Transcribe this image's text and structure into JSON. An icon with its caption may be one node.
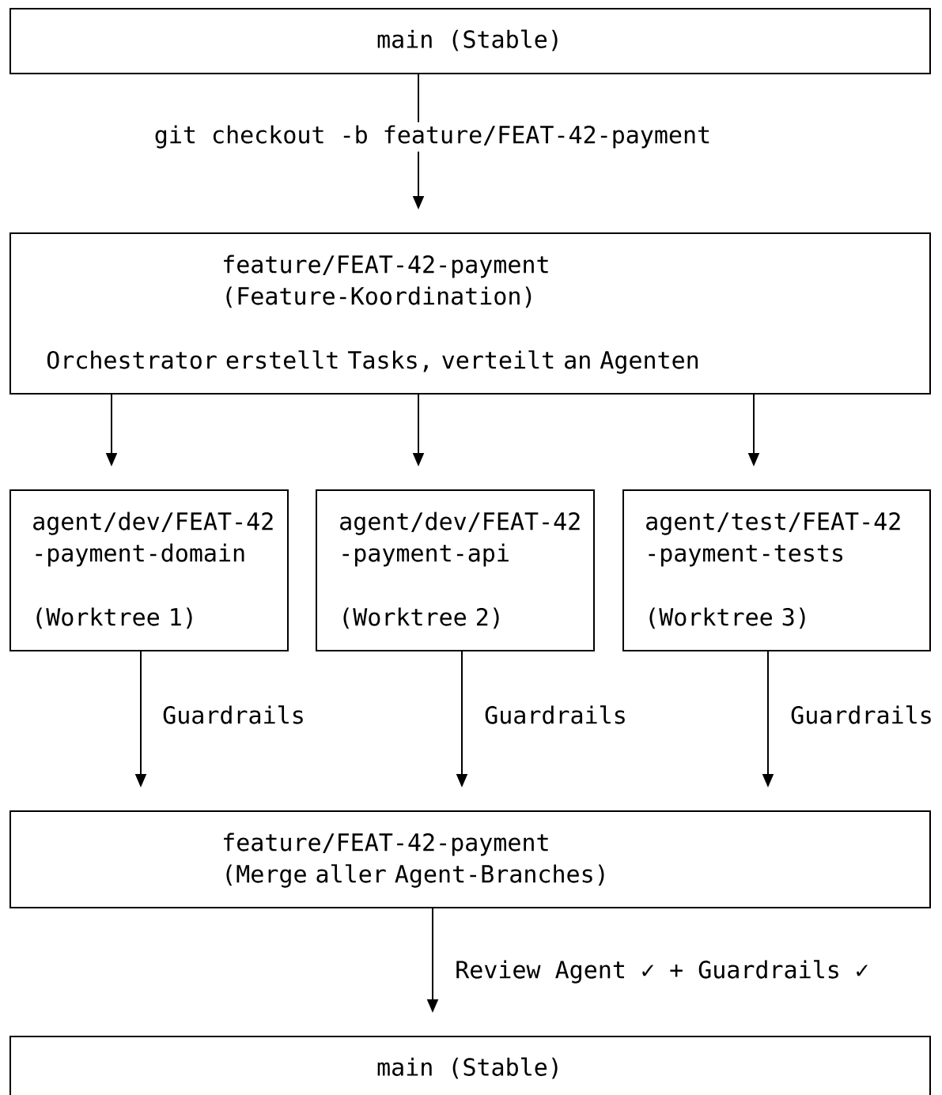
{
  "diagram": {
    "nodes": [
      {
        "text": [
          "main (Stable)"
        ]
      },
      {
        "text": [
          "feature/FEAT-42-payment (Feature-Koordination)",
          "Orchestrator erstellt Tasks, verteilt an Agenten"
        ]
      },
      {
        "text": [
          "agent/dev/FEAT-42 -payment-domain",
          "(Worktree 1)"
        ]
      },
      {
        "text": [
          "agent/dev/FEAT-42 -payment-api",
          "(Worktree 2)"
        ]
      },
      {
        "text": [
          "agent/test/FEAT-42 -payment-tests",
          "(Worktree 3)"
        ]
      },
      {
        "text": [
          "feature/FEAT-42-payment (Merge aller Agent-Branches)"
        ]
      },
      {
        "text": [
          "main (Stable)"
        ]
      }
    ],
    "edges": [
      {
        "from": 0,
        "to": 1,
        "arrow": "to",
        "label": "git checkout -b feature/FEAT-42-payment"
      },
      {
        "from": 1,
        "to": 2,
        "arrow": "to"
      },
      {
        "from": 1,
        "to": 3,
        "arrow": "to"
      },
      {
        "from": 1,
        "to": 4,
        "arrow": "to"
      },
      {
        "from": 2,
        "to": 5,
        "arrow": "to",
        "label": "Guardrails"
      },
      {
        "from": 3,
        "to": 5,
        "arrow": "to",
        "label": "Guardrails"
      },
      {
        "from": 4,
        "to": 5,
        "arrow": "to",
        "label": "Guardrails"
      },
      {
        "from": 5,
        "to": 6,
        "arrow": "to",
        "label": "Review Agent ✓ + Guardrails ✓"
      }
    ]
  }
}
